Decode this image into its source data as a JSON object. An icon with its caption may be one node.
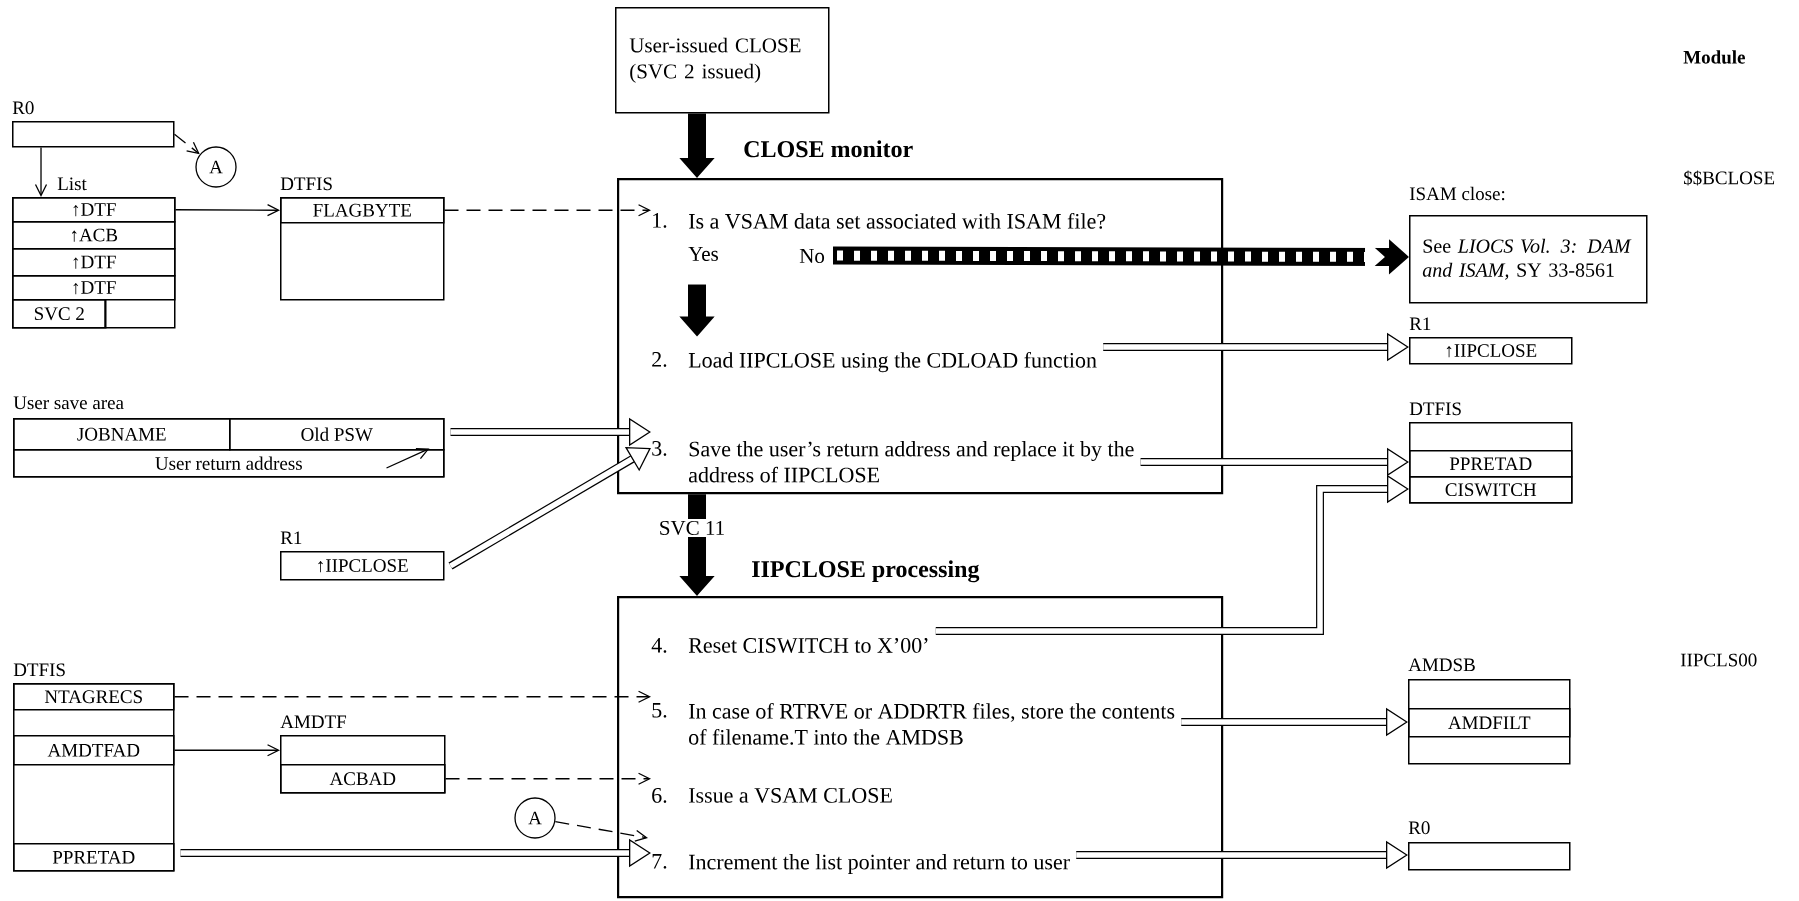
{
  "diagram": {
    "nodes": [
      {
        "text": [
          "R0"
        ]
      },
      {
        "text": [
          "A"
        ]
      },
      {
        "text": [
          "List"
        ]
      },
      {
        "text": [
          "↑DTF"
        ],
        "in": 2
      },
      {
        "text": [
          "↑ACB"
        ],
        "in": 2
      },
      {
        "text": [
          "↑DTF"
        ],
        "in": 2
      },
      {
        "text": [
          "↑DTF"
        ],
        "in": 2
      },
      {
        "text": [
          "SVC 2"
        ],
        "in": 2
      },
      {
        "text": [
          "DTFIS"
        ]
      },
      {
        "text": [
          "FLAGBYTE"
        ],
        "in": 8
      },
      {
        "text": [
          "User save area"
        ]
      },
      {
        "text": [
          "JOBNAME"
        ],
        "in": 10
      },
      {
        "text": [
          "Old PSW"
        ],
        "in": 10
      },
      {
        "text": [
          "User return address"
        ],
        "in": 10
      },
      {
        "text": [
          "R1",
          "↑IIPCLOSE"
        ]
      },
      {
        "text": [
          "DTFIS"
        ]
      },
      {
        "text": [
          "NTAGRECS"
        ],
        "in": 15
      },
      {
        "text": [
          "AMDTFAD"
        ],
        "in": 15
      },
      {
        "text": [
          "PPRETAD"
        ],
        "in": 15
      },
      {
        "text": [
          "AMDTF"
        ]
      },
      {
        "text": [
          "ACBAD"
        ],
        "in": 19
      },
      {
        "text": [
          "A"
        ]
      },
      {
        "text": [
          "User-issued CLOSE (SVC 2 issued)"
        ]
      },
      {
        "text": [
          "CLOSE monitor"
        ]
      },
      {
        "text": [
          "1.",
          "Is a VSAM data set associated with ISAM file?"
        ],
        "in": 23
      },
      {
        "text": [
          "2.",
          "Load IIPCLOSE using the CDLOAD function"
        ],
        "in": 23
      },
      {
        "text": [
          "3.",
          "Save the user’s return address and replace it by the address of IIPCLOSE"
        ],
        "in": 23
      },
      {
        "text": [
          "IIPCLOSE processing"
        ]
      },
      {
        "text": [
          "4.",
          "Reset CISWITCH to X’00’"
        ],
        "in": 27
      },
      {
        "text": [
          "5.",
          "In case of RTRVE or ADDRTR files, store the contents of filename.T into the AMDSB"
        ],
        "in": 27
      },
      {
        "text": [
          "6.",
          "Issue a VSAM CLOSE"
        ],
        "in": 27
      },
      {
        "text": [
          "7.",
          "Increment the list pointer and return to user"
        ],
        "in": 27
      },
      {
        "text": [
          "ISAM close:",
          "See *LIOCS Vol. 3: DAM and ISAM,* SY 33-8561"
        ]
      },
      {
        "text": [
          "R1",
          "↑IIPCLOSE"
        ]
      },
      {
        "text": [
          "DTFIS"
        ]
      },
      {
        "text": [
          "PPRETAD"
        ],
        "in": 34
      },
      {
        "text": [
          "CISWITCH"
        ],
        "in": 34
      },
      {
        "text": [
          "AMDSB"
        ]
      },
      {
        "text": [
          "AMDFILT"
        ],
        "in": 37
      },
      {
        "text": [
          "R0"
        ]
      }
    ],
    "edges": [
      {
        "from": 0,
        "to": 1,
        "arrow": "to",
        "style": "dashed"
      },
      {
        "from": 0,
        "to": 2,
        "arrow": "to"
      },
      {
        "from": 3,
        "to": 9,
        "arrow": "to"
      },
      {
        "from": 9,
        "to": 24,
        "arrow": "to",
        "style": "dashed"
      },
      {
        "from": 22,
        "to": 23,
        "arrow": "to",
        "style": "thick"
      },
      {
        "from": 24,
        "to": 25,
        "arrow": "to",
        "style": "thick",
        "label": "Yes"
      },
      {
        "from": 24,
        "to": 32,
        "arrow": "to",
        "style": "thick",
        "label": "No"
      },
      {
        "from": 25,
        "to": 33,
        "arrow": "to"
      },
      {
        "from": 12,
        "to": 26,
        "arrow": "to"
      },
      {
        "from": 14,
        "to": 26,
        "arrow": "to"
      },
      {
        "from": 26,
        "to": 35,
        "arrow": "to"
      },
      {
        "from": 13,
        "to": 12,
        "arrow": "to"
      },
      {
        "from": 23,
        "to": 27,
        "arrow": "to",
        "style": "thick",
        "label": "SVC 11"
      },
      {
        "from": 28,
        "to": 36,
        "arrow": "to"
      },
      {
        "from": 16,
        "to": 29,
        "arrow": "to",
        "style": "dashed"
      },
      {
        "from": 17,
        "to": 19,
        "arrow": "to"
      },
      {
        "from": 20,
        "to": 30,
        "arrow": "to",
        "style": "dashed"
      },
      {
        "from": 21,
        "to": 31,
        "arrow": "to",
        "style": "dashed"
      },
      {
        "from": 18,
        "to": 31,
        "arrow": "to"
      },
      {
        "from": 29,
        "to": 38,
        "arrow": "to"
      },
      {
        "from": 31,
        "to": 39,
        "arrow": "to"
      }
    ],
    "labels": [
      "Module",
      "$$BCLOSE",
      "IIPCLS00"
    ]
  }
}
